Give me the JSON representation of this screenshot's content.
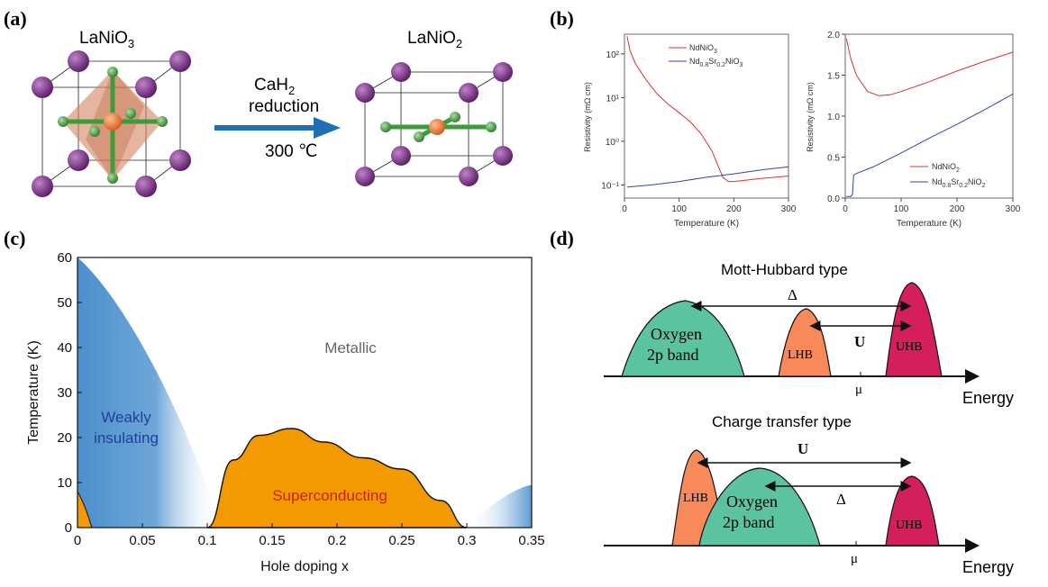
{
  "panel_labels": {
    "a": "(a)",
    "b": "(b)",
    "c": "(c)",
    "d": "(d)"
  },
  "panel_a": {
    "left_formula": {
      "base": "LaNiO",
      "sub": "3"
    },
    "right_formula": {
      "base": "LaNiO",
      "sub": "2"
    },
    "arrow_line1_base": "CaH",
    "arrow_line1_sub": "2",
    "arrow_line2": "reduction",
    "arrow_line3": "300 ℃",
    "colors": {
      "la_atom": "#7a2a82",
      "ni_atom": "#ef7f3a",
      "o_atom": "#4caa4c",
      "octahedron": "#d4855f",
      "arrow": "#1f6fb4"
    }
  },
  "panel_b_left": {
    "type": "line",
    "ylabel": "Resistivity (mΩ cm)",
    "xlabel": "Temperature (K)",
    "xticks": [
      "0",
      "100",
      "200",
      "300"
    ],
    "yticks": [
      "10¹",
      "10⁰",
      "10⁻¹"
    ],
    "xlim": [
      0,
      300
    ],
    "yscale": "log",
    "yticks_top_label": "10²",
    "legend": [
      {
        "base": "NdNiO",
        "sub": "3",
        "color": "#e03030"
      },
      {
        "base": "Nd",
        "sub1": "0.8",
        "mid": "Sr",
        "sub2": "0.2",
        "end": "NiO",
        "sub3": "3",
        "color": "#3344aa"
      }
    ],
    "series": [
      {
        "name": "NdNiO3",
        "color": "#e03030",
        "x": [
          5,
          10,
          20,
          40,
          60,
          80,
          100,
          120,
          140,
          160,
          170,
          180,
          190,
          200,
          250,
          300
        ],
        "y": [
          250,
          120,
          60,
          25,
          12,
          7,
          4.5,
          2.8,
          1.5,
          0.6,
          0.3,
          0.15,
          0.12,
          0.12,
          0.14,
          0.16
        ]
      },
      {
        "name": "Nd0.8Sr0.2NiO3",
        "color": "#3344aa",
        "x": [
          5,
          50,
          100,
          150,
          200,
          250,
          300
        ],
        "y": [
          0.09,
          0.1,
          0.12,
          0.15,
          0.18,
          0.22,
          0.26
        ]
      }
    ]
  },
  "panel_b_right": {
    "type": "line",
    "ylabel": "Resistivity (mΩ cm)",
    "xlabel": "Temperature (K)",
    "xticks": [
      "0",
      "100",
      "200",
      "300"
    ],
    "yticks": [
      "0.0",
      "0.5",
      "1.0",
      "1.5",
      "2.0"
    ],
    "xlim": [
      0,
      300
    ],
    "ylim": [
      0,
      2.0
    ],
    "legend": [
      {
        "base": "NdNiO",
        "sub": "2",
        "color": "#e03030"
      },
      {
        "base": "Nd",
        "sub1": "0.8",
        "mid": "Sr",
        "sub2": "0.2",
        "end": "NiO",
        "sub3": "2",
        "color": "#3344aa"
      }
    ],
    "series": [
      {
        "name": "NdNiO2",
        "color": "#e03030",
        "x": [
          2,
          10,
          20,
          40,
          60,
          80,
          100,
          150,
          200,
          250,
          300
        ],
        "y": [
          1.95,
          1.7,
          1.5,
          1.3,
          1.25,
          1.26,
          1.3,
          1.42,
          1.55,
          1.67,
          1.78
        ]
      },
      {
        "name": "Nd0.8Sr0.2NiO2",
        "color": "#3344aa",
        "x": [
          2,
          10,
          13,
          15,
          20,
          50,
          100,
          150,
          200,
          250,
          300
        ],
        "y": [
          0.02,
          0.02,
          0.05,
          0.28,
          0.3,
          0.38,
          0.55,
          0.73,
          0.9,
          1.08,
          1.27
        ]
      }
    ]
  },
  "chart_data": {
    "type": "area",
    "xlabel": "Hole doping x",
    "ylabel": "Temperature (K)",
    "xlim": [
      0,
      0.35
    ],
    "ylim": [
      0,
      60
    ],
    "xticks": [
      "0",
      "0.05",
      "0.1",
      "0.15",
      "0.2",
      "0.25",
      "0.3",
      "0.35"
    ],
    "yticks": [
      "0",
      "10",
      "20",
      "30",
      "40",
      "50",
      "60"
    ],
    "regions": [
      {
        "name": "Metallic",
        "color": "#666666"
      },
      {
        "name": "Weakly insulating",
        "line1": "Weakly",
        "line2": "insulating",
        "color": "#1f3f9a"
      },
      {
        "name": "Superconducting",
        "color": "#cc2222"
      }
    ],
    "superconducting_dome": {
      "x": [
        0.1,
        0.12,
        0.14,
        0.165,
        0.19,
        0.22,
        0.25,
        0.28,
        0.3
      ],
      "y": [
        0,
        15,
        20.5,
        22,
        19,
        15.5,
        13,
        6,
        0
      ]
    },
    "insulating_boundary": {
      "x": [
        0,
        0.1
      ],
      "y": [
        60,
        0
      ]
    },
    "colors": {
      "dome": "#f29a00",
      "insulating": "#4b8fcc"
    }
  },
  "panel_d": {
    "title_top": "Mott-Hubbard type",
    "title_bottom": "Charge transfer type",
    "oxygen_line1": "Oxygen",
    "oxygen_line2": "2p band",
    "lhb": "LHB",
    "uhb": "UHB",
    "delta": "Δ",
    "u": "U",
    "mu": "μ",
    "energy": "Energy",
    "colors": {
      "oxygen": "#5cc3a0",
      "lhb": "#f88a5a",
      "uhb": "#d41f5a"
    }
  }
}
